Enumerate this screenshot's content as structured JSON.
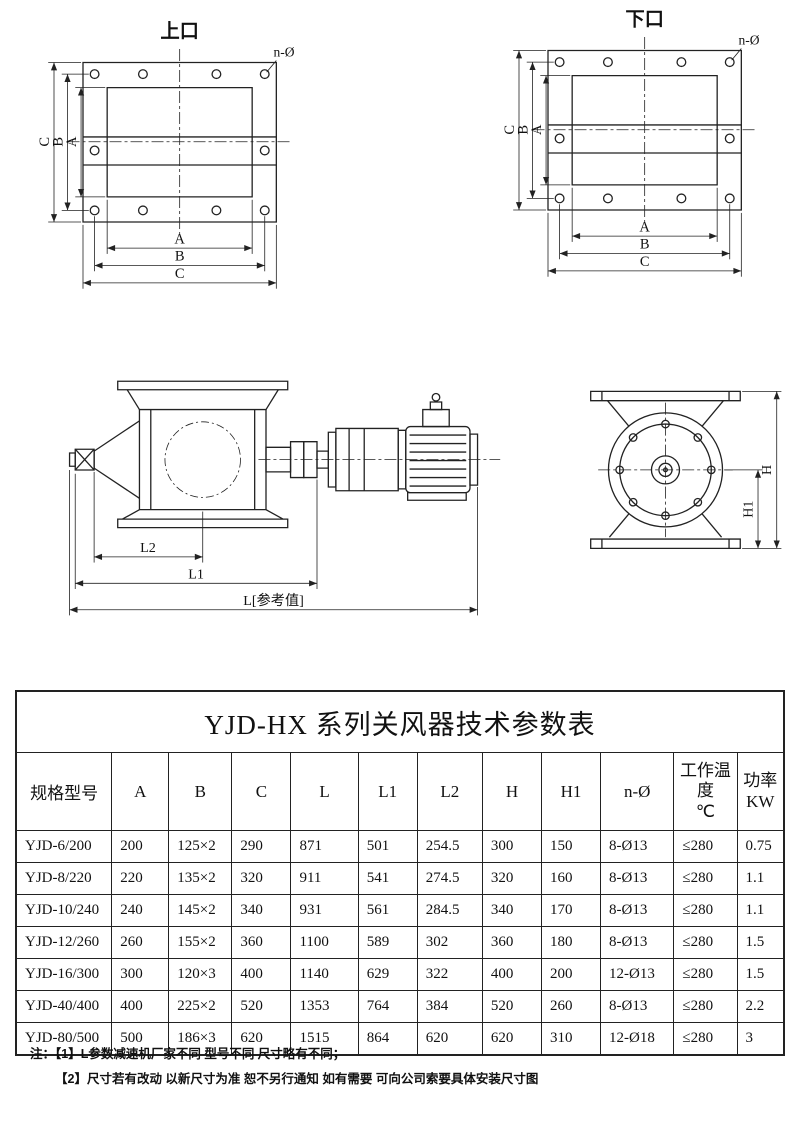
{
  "drawings": {
    "top_left": {
      "title": "上口"
    },
    "top_right": {
      "title": "下口"
    },
    "labels": {
      "a": "A",
      "b": "B",
      "c": "C",
      "n_holes": "n-Ø",
      "l": "L[参考值]",
      "l1": "L1",
      "l2": "L2",
      "h": "H",
      "h1": "H1"
    }
  },
  "table": {
    "title": "YJD-HX 系列关风器技术参数表",
    "headers": [
      "规格型号",
      "A",
      "B",
      "C",
      "L",
      "L1",
      "L2",
      "H",
      "H1",
      "n-Ø"
    ],
    "header_temp": {
      "line1": "工作温度",
      "line2": "℃"
    },
    "header_power": {
      "line1": "功率",
      "line2": "KW"
    },
    "rows": [
      [
        "YJD-6/200",
        "200",
        "125×2",
        "290",
        "871",
        "501",
        "254.5",
        "300",
        "150",
        "8-Ø13",
        "≤280",
        "0.75"
      ],
      [
        "YJD-8/220",
        "220",
        "135×2",
        "320",
        "911",
        "541",
        "274.5",
        "320",
        "160",
        "8-Ø13",
        "≤280",
        "1.1"
      ],
      [
        "YJD-10/240",
        "240",
        "145×2",
        "340",
        "931",
        "561",
        "284.5",
        "340",
        "170",
        "8-Ø13",
        "≤280",
        "1.1"
      ],
      [
        "YJD-12/260",
        "260",
        "155×2",
        "360",
        "1100",
        "589",
        "302",
        "360",
        "180",
        "8-Ø13",
        "≤280",
        "1.5"
      ],
      [
        "YJD-16/300",
        "300",
        "120×3",
        "400",
        "1140",
        "629",
        "322",
        "400",
        "200",
        "12-Ø13",
        "≤280",
        "1.5"
      ],
      [
        "YJD-40/400",
        "400",
        "225×2",
        "520",
        "1353",
        "764",
        "384",
        "520",
        "260",
        "8-Ø13",
        "≤280",
        "2.2"
      ],
      [
        "YJD-80/500",
        "500",
        "186×3",
        "620",
        "1515",
        "864",
        "620",
        "620",
        "310",
        "12-Ø18",
        "≤280",
        "3"
      ]
    ]
  },
  "notes": {
    "prefix": "注：",
    "line1": "【1】L参数减速机厂家不同 型号不同 尺寸略有不同；",
    "line2": "【2】尺寸若有改动 以新尺寸为准 恕不另行通知 如有需要 可向公司索要具体安装尺寸图"
  }
}
